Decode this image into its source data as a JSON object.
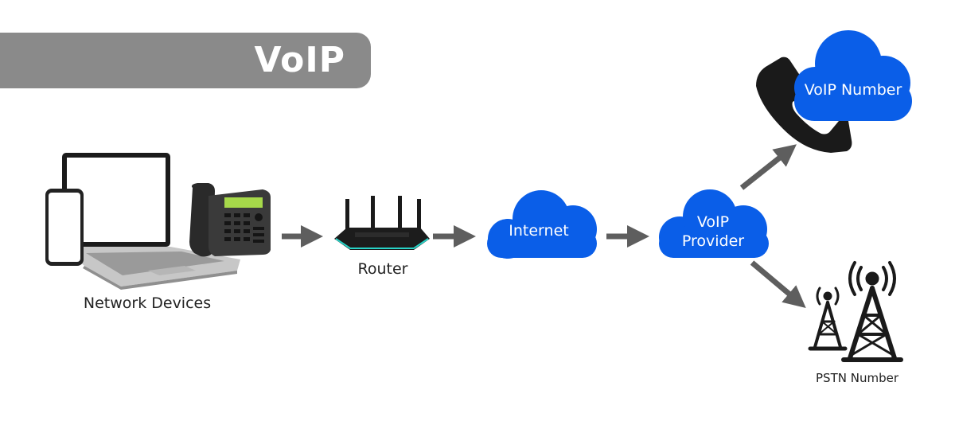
{
  "title": "VoIP",
  "labels": {
    "network_devices": "Network Devices",
    "router": "Router",
    "pstn_number": "PSTN Number"
  },
  "clouds": {
    "internet": "Internet",
    "voip_provider_line1": "VoIP",
    "voip_provider_line2": "Provider",
    "voip_number": "VoIP Number"
  },
  "icons": {
    "devices": "laptop-smartphone-desk-phone-icon",
    "router": "router-icon",
    "handset": "telephone-handset-icon",
    "towers": "cell-tower-icon"
  },
  "colors": {
    "banner": "#8a8a8a",
    "cloud": "#0a5ee8",
    "arrow": "#5e5e5e",
    "router_accent": "#28d3c7",
    "phone_display": "#a6d94a"
  }
}
